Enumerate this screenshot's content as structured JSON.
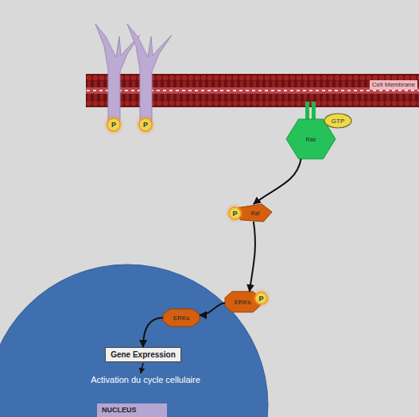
{
  "diagram": {
    "nodes": [
      {
        "text": [
          "Cell Membrane"
        ]
      },
      {
        "text": [
          "P"
        ]
      },
      {
        "text": [
          "P"
        ]
      },
      {
        "text": [
          "Ras"
        ]
      },
      {
        "text": [
          "GTP"
        ]
      },
      {
        "text": [
          "P"
        ]
      },
      {
        "text": [
          "Raf"
        ]
      },
      {
        "text": [
          "NUCLEUS"
        ]
      },
      {
        "text": [
          "ERKs"
        ]
      },
      {
        "text": [
          "P"
        ]
      },
      {
        "text": [
          "ERKs"
        ],
        "in": 7
      },
      {
        "text": [
          "Gene Expression"
        ],
        "in": 7
      }
    ],
    "edges": [
      {
        "from": 3,
        "to": 6,
        "arrow": "to"
      },
      {
        "from": 6,
        "to": 8,
        "arrow": "to"
      },
      {
        "from": 8,
        "to": 10,
        "arrow": "to"
      },
      {
        "from": 10,
        "to": 11,
        "arrow": "to"
      }
    ],
    "labels": [
      "Activation du cycle cellulaire"
    ]
  }
}
